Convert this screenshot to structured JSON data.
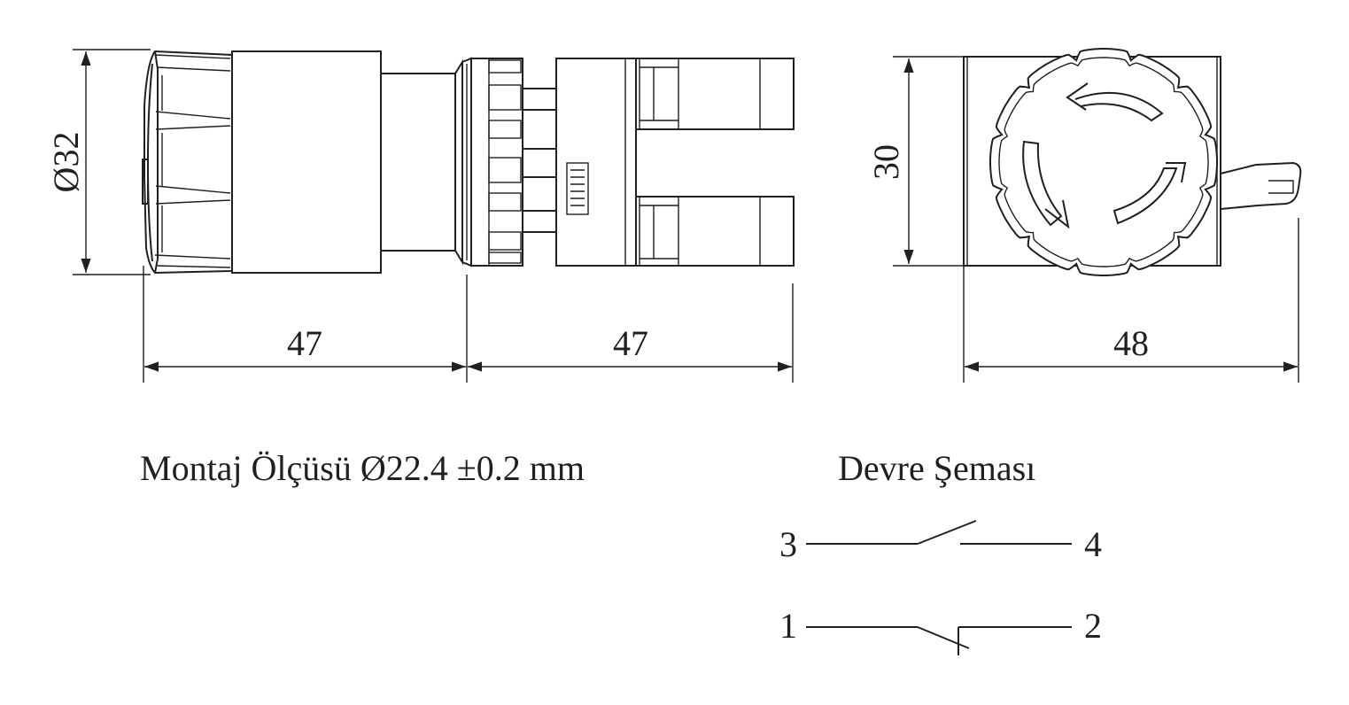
{
  "dimensions": {
    "diameter": "Ø32",
    "length_head": "47",
    "length_body": "47",
    "height_front": "30",
    "width_front": "48"
  },
  "notes": {
    "mounting": "Montaj Ölçüsü Ø22.4 ±0.2 mm",
    "circuit_title": "Devre Şeması"
  },
  "circuit": {
    "no_contact": {
      "left": "3",
      "right": "4"
    },
    "nc_contact": {
      "left": "1",
      "right": "2"
    }
  },
  "colors": {
    "line": "#231f20",
    "background": "#ffffff"
  }
}
